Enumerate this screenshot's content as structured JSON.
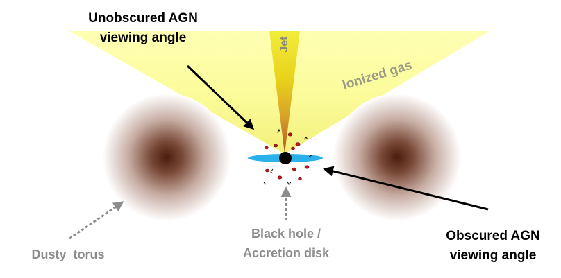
{
  "labels": {
    "unobscured_line1": "Unobscured AGN",
    "unobscured_line2": "viewing angle",
    "jet": "Jet",
    "ionized_gas": "Ionized gas",
    "obscured_line1": "Obscured AGN",
    "obscured_line2": "viewing angle",
    "dusty_torus": "Dusty  torus",
    "black_hole_line1": "Black hole /",
    "black_hole_line2": "Accretion disk"
  },
  "colors": {
    "ionization_cone": "#ffff99",
    "jet": "#e6d600",
    "torus_core": "#4a1c0c",
    "accretion_disk": "#2ab0ea",
    "black_hole": "#000000",
    "clouds": "#c0151a",
    "gray_label": "#8c8c8c",
    "arrow_dark": "#000000",
    "arrow_gray": "#8c8c8c"
  }
}
